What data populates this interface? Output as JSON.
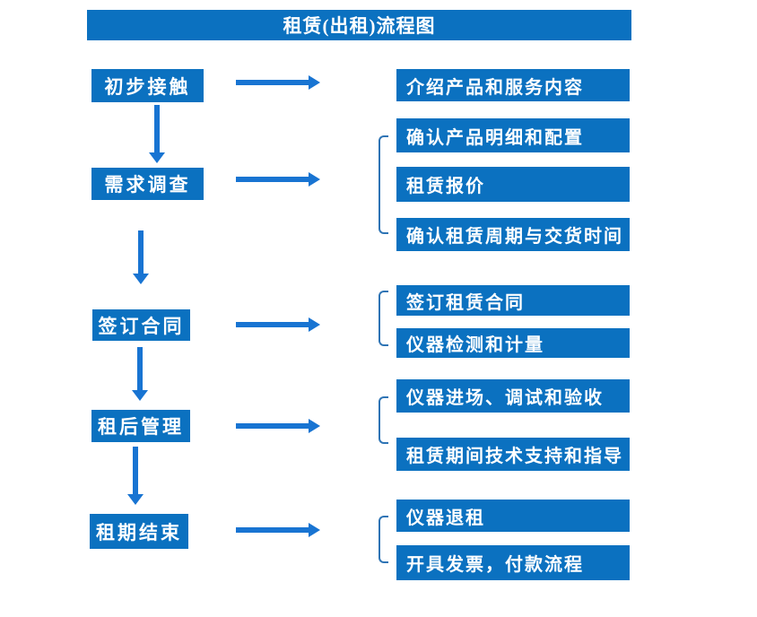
{
  "title": "租赁(出租)流程图",
  "colors": {
    "primary": "#0b71c0",
    "arrow": "#1874d2",
    "bracket": "#2e74b5"
  },
  "flow": [
    {
      "step": "初步接触",
      "details": [
        "介绍产品和服务内容"
      ]
    },
    {
      "step": "需求调查",
      "details": [
        "确认产品明细和配置",
        "租赁报价",
        "确认租赁周期与交货时间"
      ]
    },
    {
      "step": "签订合同",
      "details": [
        "签订租赁合同",
        "仪器检测和计量"
      ]
    },
    {
      "step": "租后管理",
      "details": [
        "仪器进场、调试和验收",
        "租赁期间技术支持和指导"
      ]
    },
    {
      "step": "租期结束",
      "details": [
        "仪器退租",
        "开具发票，付款流程"
      ]
    }
  ]
}
